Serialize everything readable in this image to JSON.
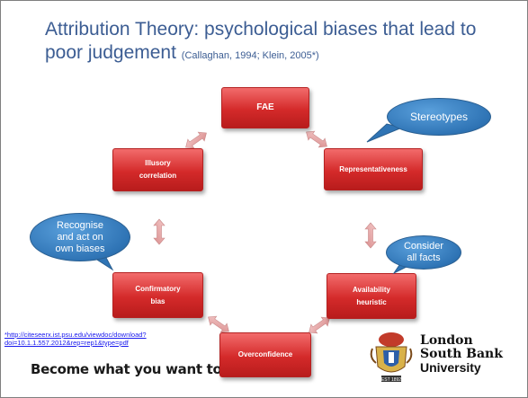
{
  "title": {
    "main": "Attribution Theory: psychological biases that lead to poor judgement",
    "citation": "(Callaghan, 1994; Klein, 2005*)"
  },
  "nodes": {
    "fae": "FAE",
    "representativeness": "Representativeness",
    "availability_line1": "Availability",
    "availability_line2": "heuristic",
    "overconfidence": "Overconfidence",
    "confirmatory_line1": "Confirmatory",
    "confirmatory_line2": "bias",
    "illusory_line1": "Illusory",
    "illusory_line2": "correlation"
  },
  "bubbles": {
    "stereotypes": "Stereotypes",
    "recognise_line1": "Recognise",
    "recognise_line2": "and act on",
    "recognise_line3": "own biases",
    "consider_line1": "Consider",
    "consider_line2": "all facts"
  },
  "footer": {
    "link": "*http://citeseerx.ist.psu.edu/viewdoc/download?doi=10.1.1.557.2012&rep=rep1&type=pdf",
    "slogan": "Become what you want to be"
  },
  "logo": {
    "line1": "London",
    "line2": "South Bank",
    "line3": "University",
    "crest_label": "EST 1892"
  },
  "colors": {
    "title": "#3c5d93",
    "node_red": "#d42a2a",
    "bubble_blue": "#2f74b5",
    "arrow_pink": "#e8a6a6"
  }
}
